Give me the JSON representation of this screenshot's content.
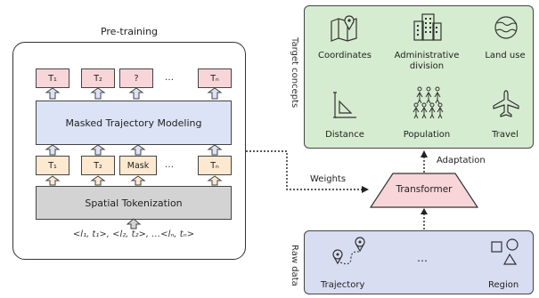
{
  "pretraining": {
    "title": "Pre-training",
    "top_tokens": [
      "T₁",
      "T₂",
      "?",
      "…",
      "Tₙ"
    ],
    "masked_model_label": "Masked Trajectory Modeling",
    "input_tokens": [
      "T₁",
      "T₂",
      "Mask",
      "…",
      "Tₙ"
    ],
    "tokenization_label": "Spatial Tokenization",
    "sequence_text": "<l₁, t₁>, <l₂, t₂>, …<lₙ, tₙ>"
  },
  "target": {
    "vertical_label": "Target concepts",
    "concepts": [
      {
        "label": "Coordinates",
        "icon": "map-pin-icon"
      },
      {
        "label": "Administrative\ndivision",
        "icon": "buildings-icon"
      },
      {
        "label": "Land use",
        "icon": "globe-icon"
      },
      {
        "label": "Distance",
        "icon": "ruler-triangle-icon"
      },
      {
        "label": "Population",
        "icon": "people-icon"
      },
      {
        "label": "Travel",
        "icon": "airplane-icon"
      }
    ]
  },
  "middle": {
    "weights_label": "Weights",
    "adaptation_label": "Adaptation",
    "transformer_label": "Transformer"
  },
  "raw": {
    "vertical_label": "Raw data",
    "trajectory_label": "Trajectory",
    "ellipsis": "…",
    "region_label": "Region"
  }
}
